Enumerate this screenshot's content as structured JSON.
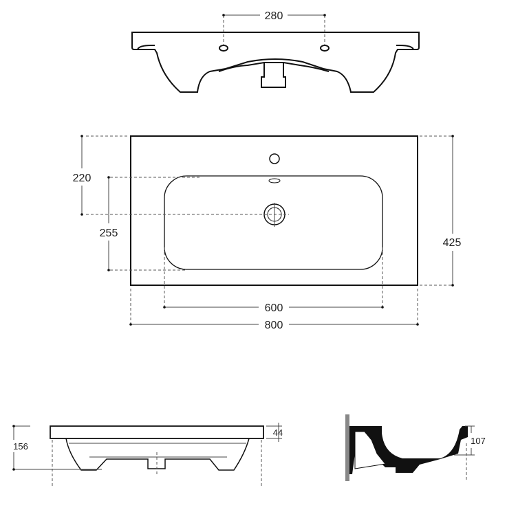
{
  "dimensions": {
    "tap_hole_spacing": "280",
    "front_to_drain": "220",
    "basin_depth_plan": "255",
    "overall_depth": "425",
    "basin_width": "600",
    "overall_width": "800",
    "overall_height": "156",
    "rim_thickness": "44",
    "basin_depth_section": "107"
  }
}
